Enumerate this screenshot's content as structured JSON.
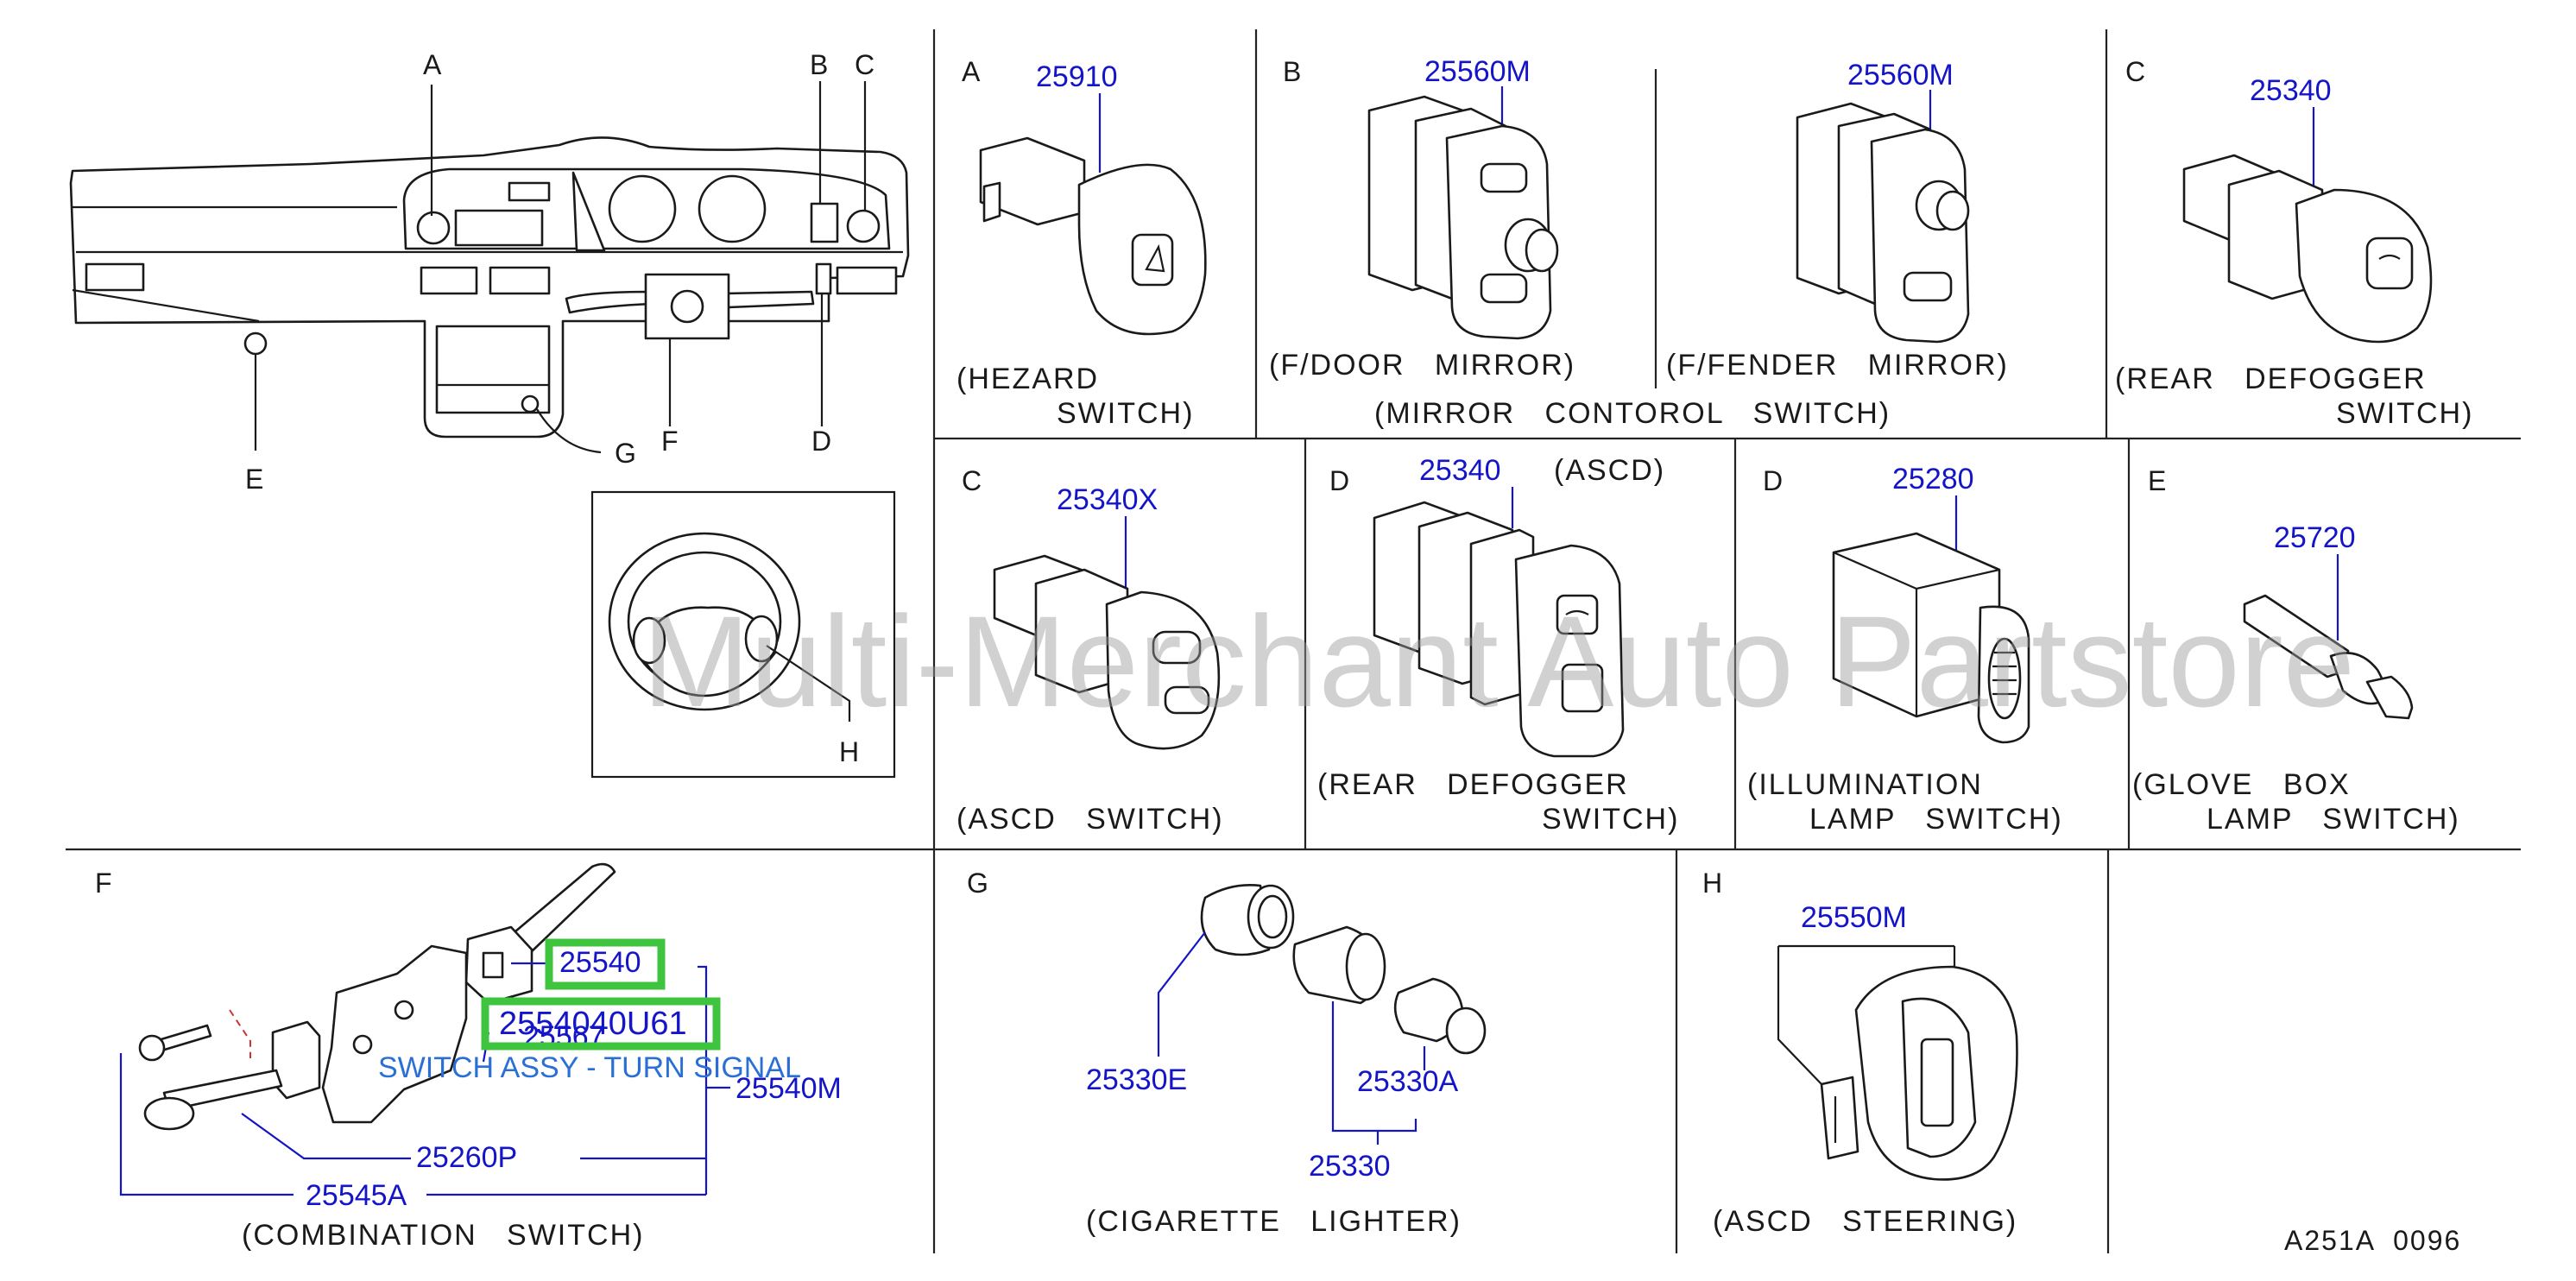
{
  "diagram": {
    "code": "A251A  0096",
    "watermark": "Multi-Merchant Auto Partstore",
    "overview": {
      "letters": [
        "A",
        "B",
        "C",
        "D",
        "E",
        "F",
        "G",
        "H"
      ]
    },
    "panels": {
      "A_hazard": {
        "letter": "A",
        "part": "25910",
        "caption1": "(HEZARD",
        "caption2": "SWITCH)"
      },
      "B_mirror": {
        "letter": "B",
        "part_left": "25560M",
        "part_right": "25560M",
        "caption_left": "(F/DOOR   MIRROR)",
        "caption_right": "(F/FENDER   MIRROR)",
        "caption_group": "(MIRROR   CONTOROL   SWITCH)"
      },
      "C_rear_defogger": {
        "letter": "C",
        "part": "25340",
        "caption1": "(REAR   DEFOGGER",
        "caption2": "SWITCH)"
      },
      "C_ascd": {
        "letter": "C",
        "part": "25340X",
        "caption1": "(ASCD   SWITCH)"
      },
      "D_rear_defogger": {
        "letter": "D",
        "part": "25340",
        "note": "(ASCD)",
        "caption1": "(REAR   DEFOGGER",
        "caption2": "SWITCH)"
      },
      "D_illumination": {
        "letter": "D",
        "part": "25280",
        "caption1": "(ILLUMINATION",
        "caption2": "LAMP   SWITCH)"
      },
      "E_glove_box": {
        "letter": "E",
        "part": "25720",
        "caption1": "(GLOVE   BOX",
        "caption2": "LAMP   SWITCH)"
      },
      "F_combination": {
        "letter": "F",
        "parts": [
          "25540",
          "2554040U61",
          "25567",
          "25540M",
          "25260P",
          "25545A"
        ],
        "overlay": "SWITCH ASSY - TURN SIGNAL",
        "caption1": "(COMBINATION   SWITCH)"
      },
      "G_cigarette": {
        "letter": "G",
        "parts": [
          "25330E",
          "25330A",
          "25330"
        ],
        "caption1": "(CIGARETTE   LIGHTER)"
      },
      "H_ascd_steering": {
        "letter": "H",
        "part": "25550M",
        "caption1": "(ASCD   STEERING)"
      }
    }
  }
}
